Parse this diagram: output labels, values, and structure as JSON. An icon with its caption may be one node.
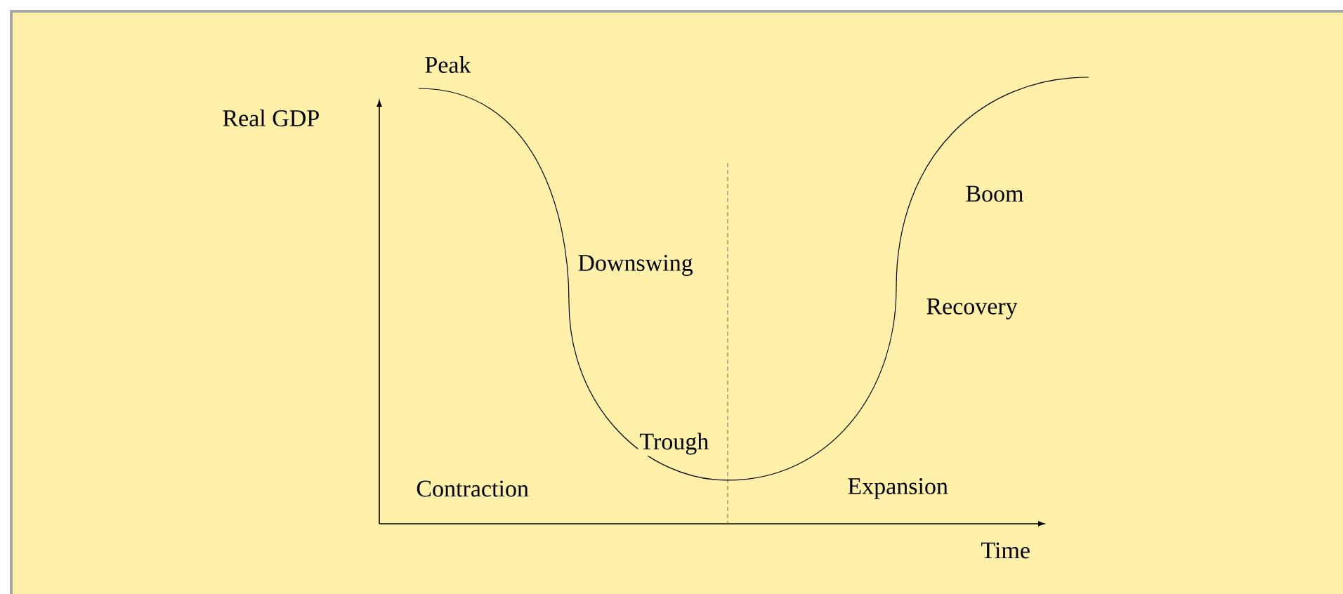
{
  "diagram": {
    "labels": [
      "Peak",
      "Real GDP",
      "Boom",
      "Downswing",
      "Recovery",
      "Trough",
      "Contraction",
      "Expansion",
      "Time"
    ]
  }
}
